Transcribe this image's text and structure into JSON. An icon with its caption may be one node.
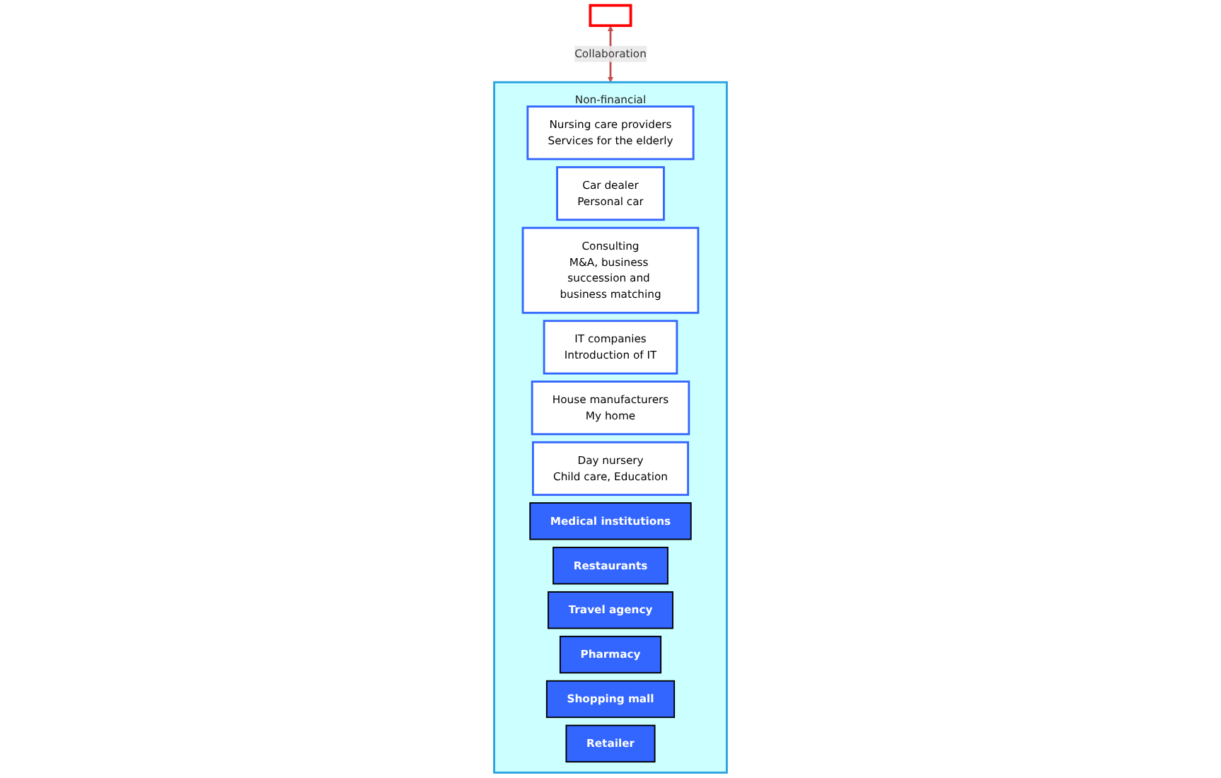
{
  "diagram": {
    "nodes": [
      {
        "text": [],
        "shape": "box"
      },
      {
        "text": [
          "Non-financial"
        ]
      },
      {
        "text": [
          "Nursing care providers",
          "Services for the elderly"
        ],
        "in": 1
      },
      {
        "text": [
          "Car dealer",
          "Personal car"
        ],
        "in": 1
      },
      {
        "text": [
          "Consulting",
          "M&A, business succession and business matching"
        ],
        "in": 1
      },
      {
        "text": [
          "IT companies",
          "Introduction of IT"
        ],
        "in": 1
      },
      {
        "text": [
          "House manufacturers",
          "My home"
        ],
        "in": 1
      },
      {
        "text": [
          "Day nursery",
          "Child care, Education"
        ],
        "in": 1
      },
      {
        "text": [
          "Medical institutions"
        ],
        "in": 1
      },
      {
        "text": [
          "Restaurants"
        ],
        "in": 1
      },
      {
        "text": [
          "Travel agency"
        ],
        "in": 1
      },
      {
        "text": [
          "Pharmacy"
        ],
        "in": 1
      },
      {
        "text": [
          "Shopping mall"
        ],
        "in": 1
      },
      {
        "text": [
          "Retailer"
        ],
        "in": 1
      }
    ],
    "edges": [
      {
        "from": 0,
        "to": 1,
        "arrow": "both",
        "label": "Collaboration",
        "color": "#c0504d"
      }
    ]
  }
}
